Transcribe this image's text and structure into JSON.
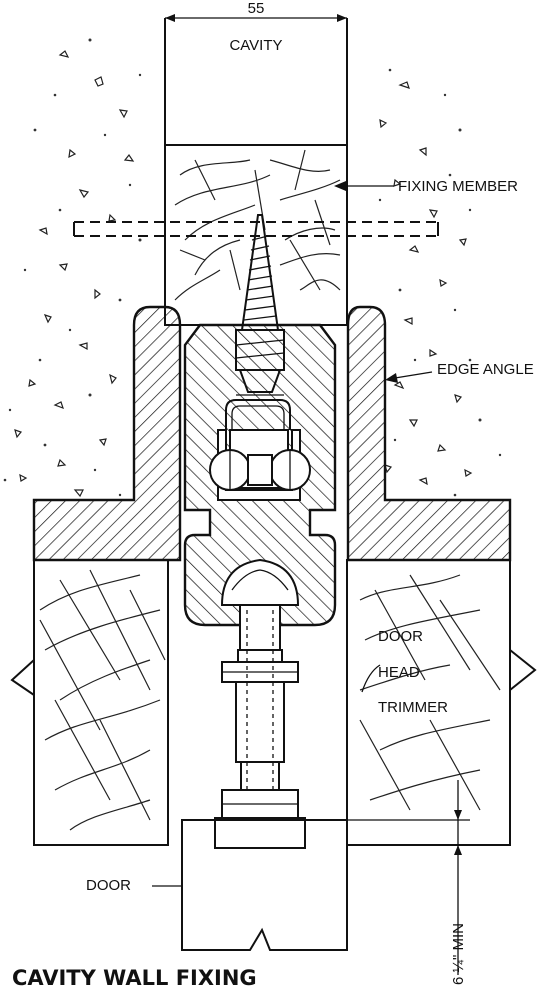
{
  "dimension": {
    "value": "55"
  },
  "labels": {
    "cavity": "CAVITY",
    "fixing_member": "FIXING MEMBER",
    "edge_angle": "EDGE ANGLE",
    "door_head_1": "DOOR",
    "door_head_2": "HEAD",
    "door_head_3": "TRIMMER",
    "door": "DOOR",
    "min_clearance": "6 ¼\" MIN"
  },
  "title": "CAVITY WALL FIXING"
}
